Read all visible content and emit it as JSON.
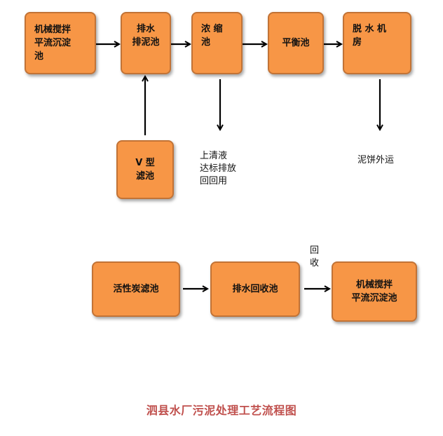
{
  "nodes": {
    "mixing_tank_top": "机械搅拌\n平流沉淀\n池",
    "drain_sludge_tank": "排水\n排泥池",
    "thickener": "浓 缩\n池",
    "balance_tank": "平衡池",
    "dewatering_room": "脱 水 机\n房",
    "v_filter": "V 型\n滤池",
    "carbon_filter": "活性炭滤池",
    "drain_recovery_tank": "排水回收池",
    "mixing_tank_bottom": "机械搅拌\n平流沉淀池"
  },
  "notes": {
    "supernatant": "上清液\n达标排放\n回回用",
    "sludge_cake": "泥饼外运",
    "recovery": "回\n收"
  },
  "title": "泗县水厂污泥处理工艺流程图",
  "colors": {
    "box_fill": "#F79646",
    "box_border": "#C27336",
    "arrow": "#000000",
    "title": "#C0504D"
  }
}
